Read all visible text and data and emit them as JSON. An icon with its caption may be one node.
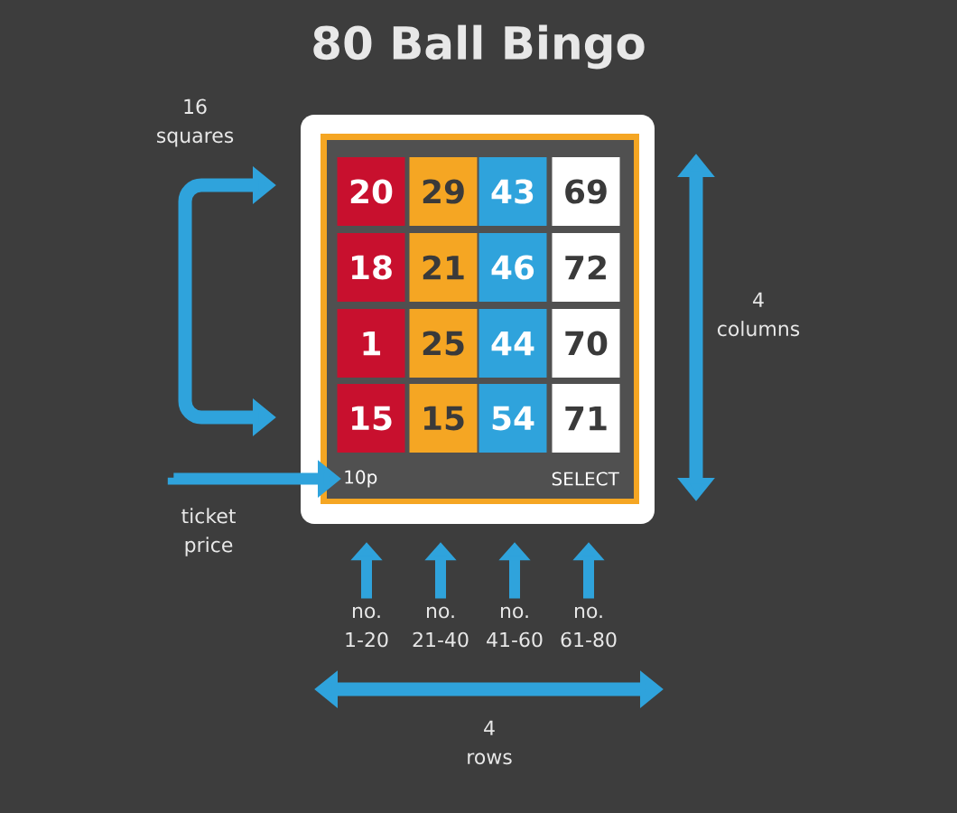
{
  "diagram": {
    "title": "80 Ball Bingo",
    "nodes": [
      {
        "text": [],
        "shape": "box"
      },
      {
        "text": [
          "20"
        ],
        "in": 0
      },
      {
        "text": [
          "29"
        ],
        "in": 0
      },
      {
        "text": [
          "43"
        ],
        "in": 0
      },
      {
        "text": [
          "69"
        ],
        "in": 0
      },
      {
        "text": [
          "18"
        ],
        "in": 0
      },
      {
        "text": [
          "21"
        ],
        "in": 0
      },
      {
        "text": [
          "46"
        ],
        "in": 0
      },
      {
        "text": [
          "72"
        ],
        "in": 0
      },
      {
        "text": [
          "1"
        ],
        "in": 0
      },
      {
        "text": [
          "25"
        ],
        "in": 0
      },
      {
        "text": [
          "44"
        ],
        "in": 0
      },
      {
        "text": [
          "70"
        ],
        "in": 0
      },
      {
        "text": [
          "15"
        ],
        "in": 0
      },
      {
        "text": [
          "15"
        ],
        "in": 0
      },
      {
        "text": [
          "54"
        ],
        "in": 0
      },
      {
        "text": [
          "71"
        ],
        "in": 0
      },
      {
        "text": [
          "10p"
        ],
        "in": 0
      },
      {
        "text": [
          "SELECT"
        ],
        "in": 0
      },
      {
        "text": [
          "ticket price"
        ]
      },
      {
        "text": [
          "no. 1-20"
        ]
      },
      {
        "text": [
          "no. 21-40"
        ]
      },
      {
        "text": [
          "no. 41-60"
        ]
      },
      {
        "text": [
          "no. 61-80"
        ]
      }
    ],
    "edges": [
      {
        "from": 19,
        "to": 17,
        "arrow": "to"
      },
      {
        "from": 20,
        "to": 0,
        "arrow": "to"
      },
      {
        "from": 21,
        "to": 0,
        "arrow": "to"
      },
      {
        "from": 22,
        "to": 0,
        "arrow": "to"
      },
      {
        "from": 23,
        "to": 0,
        "arrow": "to"
      }
    ],
    "labels": [
      "16 squares",
      "4 columns",
      "4 rows"
    ]
  }
}
